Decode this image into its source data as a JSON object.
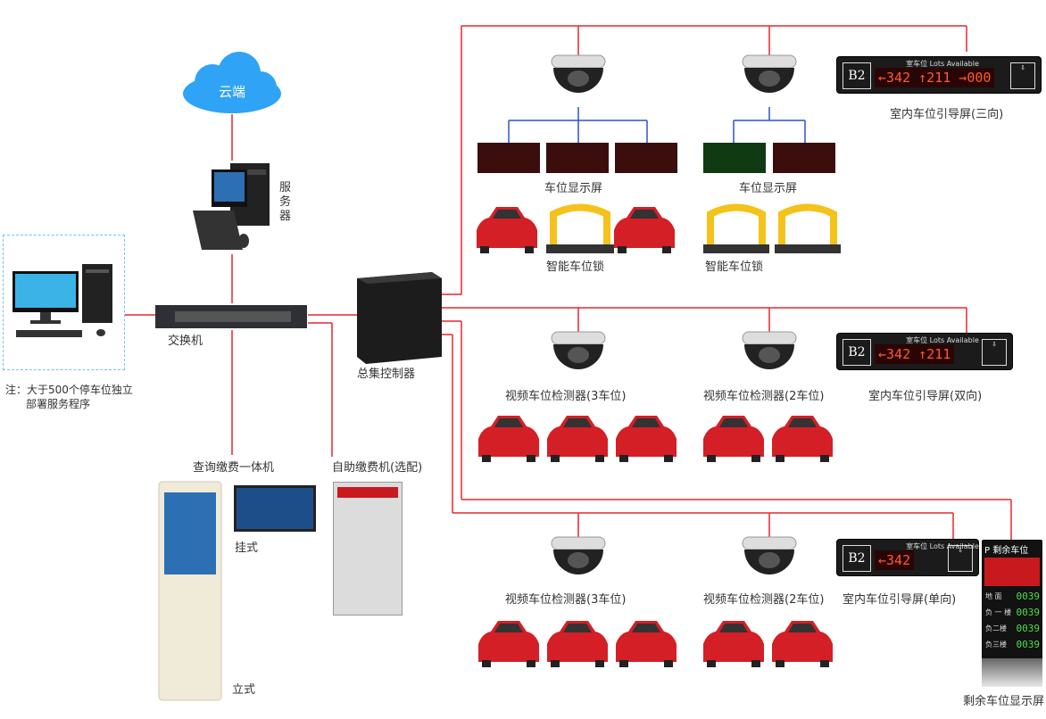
{
  "labels": {
    "cloud": "云端",
    "server": "服务器",
    "switch": "交换机",
    "controller": "总集控制器",
    "note_line1": "注：大于500个停车位独立",
    "note_line2": "部署服务程序",
    "query_kiosk": "查询缴费一体机",
    "wall_mount": "挂式",
    "standing": "立式",
    "self_pay": "自助缴费机(选配)",
    "space_display_1": "车位显示屏",
    "space_display_2": "车位显示屏",
    "smart_lock_1": "智能车位锁",
    "smart_lock_2": "智能车位锁",
    "guide_three": "室内车位引导屏(三向)",
    "guide_two": "室内车位引导屏(双向)",
    "guide_one": "室内车位引导屏(单向)",
    "det3_a": "视频车位检测器(3车位)",
    "det2_a": "视频车位检测器(2车位)",
    "det3_b": "视频车位检测器(3车位)",
    "det2_b": "视频车位检测器(2车位)",
    "remain_display": "剩余车位显示屏"
  },
  "guide_screens": {
    "three": {
      "floor": "B2",
      "title": "室车位 Lots Available",
      "values": "←342 ↑211 →000"
    },
    "two": {
      "floor": "B2",
      "title": "室车位 Lots Available",
      "values": "←342 ↑211"
    },
    "one": {
      "floor": "B2",
      "title": "室车位 Lots Available",
      "values": "←342"
    }
  },
  "remain_screen": {
    "header": "P 剩余车位",
    "rows": [
      {
        "name": "地 面",
        "value": "0039"
      },
      {
        "name": "负 一 楼",
        "value": "0039"
      },
      {
        "name": "负二楼",
        "value": "0039"
      },
      {
        "name": "负三楼",
        "value": "0039"
      }
    ]
  },
  "colors": {
    "link_red": "#e8262d",
    "link_blue": "#2a55c8",
    "dashed_box": "#6cc6ea",
    "cloud": "#2fa3f6",
    "car": "#d41f26",
    "lock": "#f4c21b"
  }
}
